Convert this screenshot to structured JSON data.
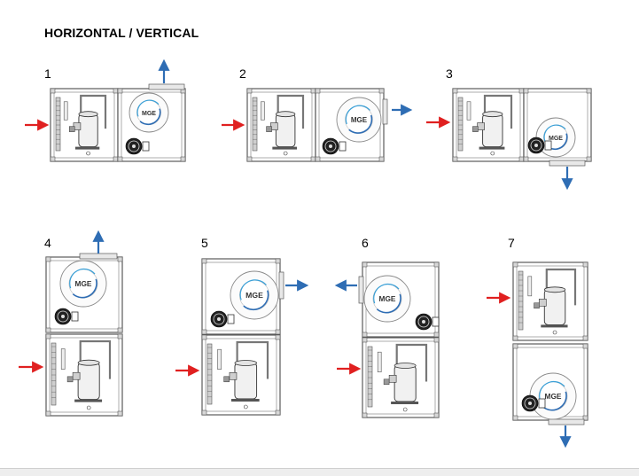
{
  "title": "HORIZONTAL / VERTICAL",
  "units": [
    {
      "number": "1"
    },
    {
      "number": "2"
    },
    {
      "number": "3"
    },
    {
      "number": "4"
    },
    {
      "number": "5"
    },
    {
      "number": "6"
    },
    {
      "number": "7"
    }
  ],
  "fan_logo": "MGE",
  "colors": {
    "inlet_arrow": "#e02020",
    "outlet_arrow": "#2e6db4",
    "frame": "#5a5a5a"
  }
}
